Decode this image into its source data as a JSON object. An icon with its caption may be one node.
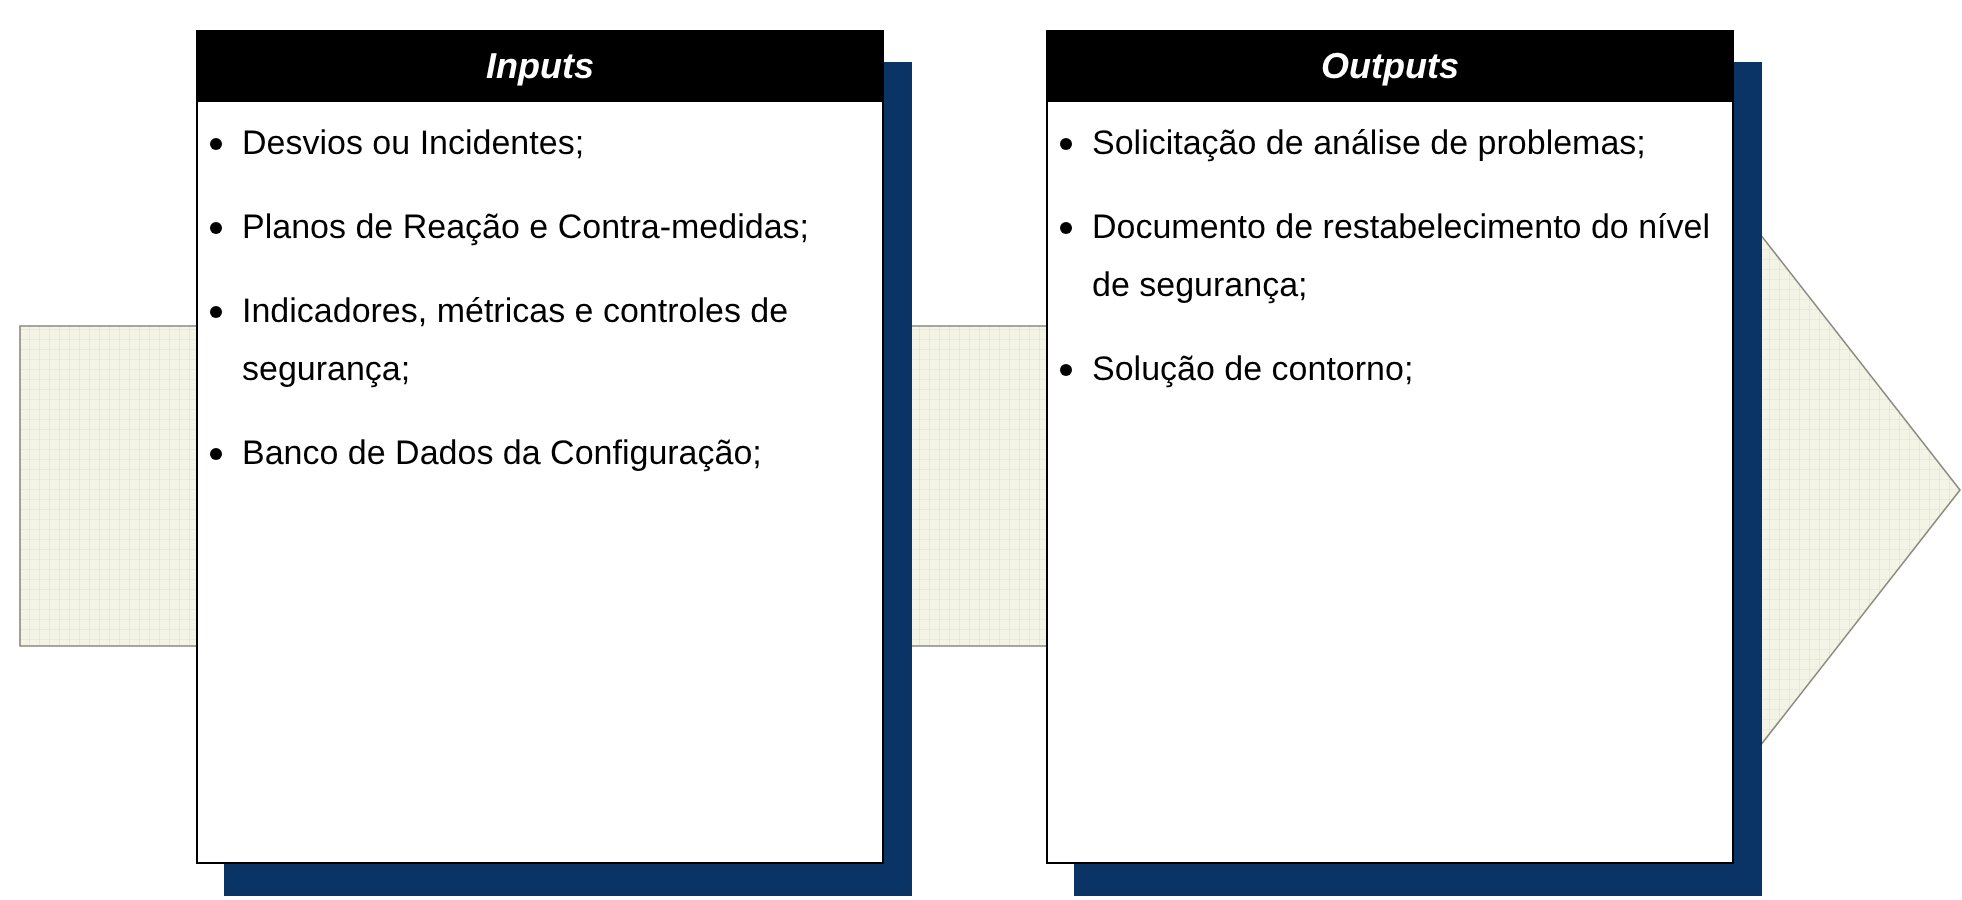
{
  "diagram": {
    "nodes": [
      {
        "text": [
          "Inputs",
          "Desvios ou Incidentes;",
          "Planos de Reação e Contra-medidas;",
          "Indicadores, métricas e controles de segurança;",
          "Banco de Dados da Configuração;"
        ]
      },
      {
        "text": [
          "Outputs",
          "Solicitação de análise de problemas;",
          "Documento de restabelecimento do nível de segurança;",
          "Solução de contorno;"
        ]
      }
    ]
  }
}
